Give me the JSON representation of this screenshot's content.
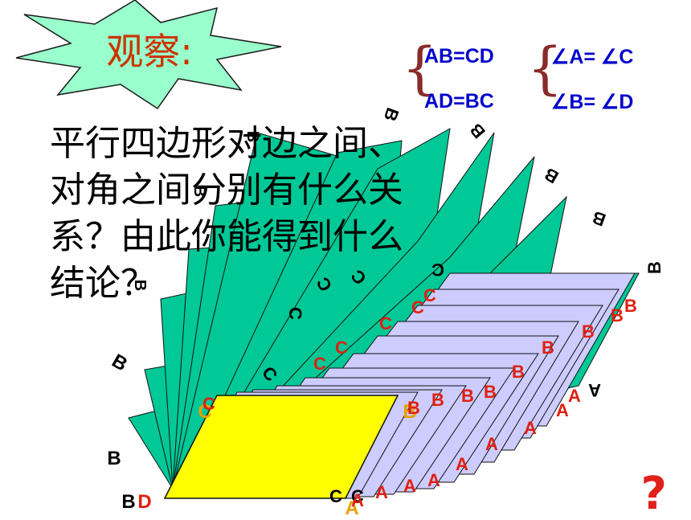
{
  "badge": {
    "text": "观察:",
    "fill": "#99ffcc",
    "text_color": "#cc3300"
  },
  "equations": {
    "sides": [
      "AB=CD",
      "AD=BC"
    ],
    "angles": [
      "∠A= ∠C",
      "∠B= ∠D"
    ],
    "color": "#0000cc"
  },
  "question": {
    "lines": [
      "平行四边形对边之间、",
      "对角之间分别有什么关",
      "系？由此你能得到什么",
      "结论？"
    ]
  },
  "figure": {
    "rotated_fill": "#00c896",
    "stack_fill": "#ccccff",
    "front_fill": "#ffff00",
    "vertex_labels": {
      "B": "B",
      "C": "C",
      "D": "D",
      "A": "A"
    }
  },
  "question_mark": "?",
  "colors": {
    "label_black": "#000000",
    "label_red": "#e02010",
    "label_orange": "#e8a000"
  }
}
